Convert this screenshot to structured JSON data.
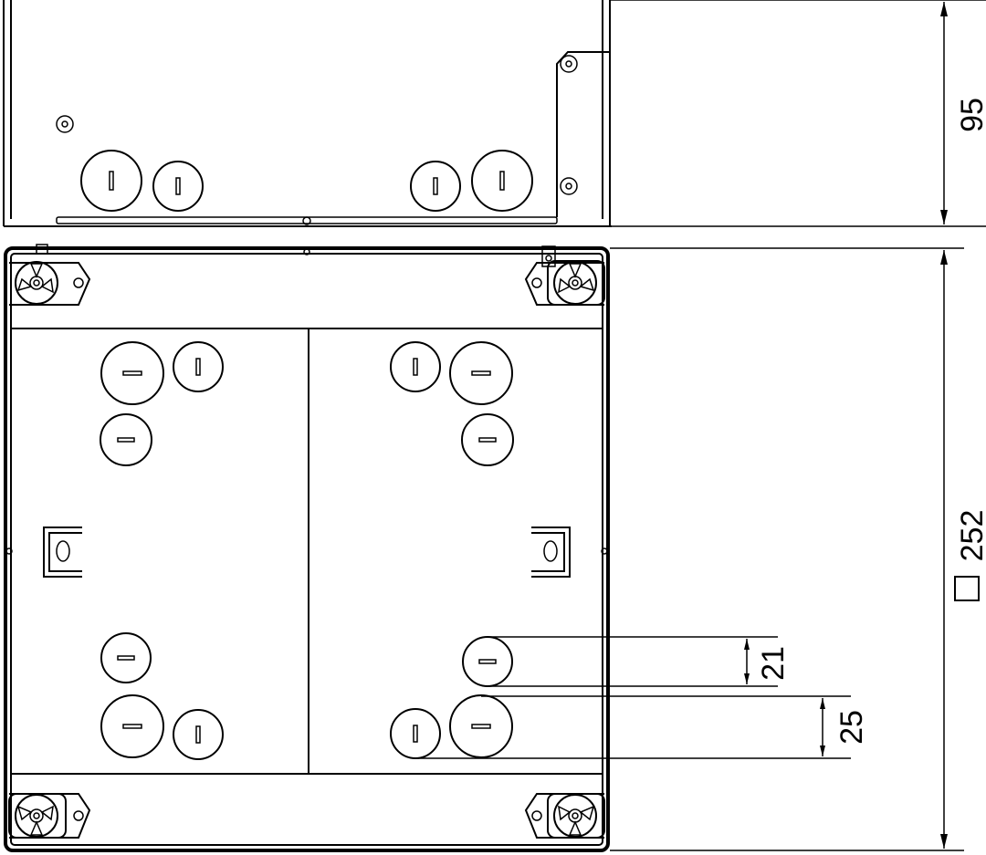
{
  "drawing": {
    "dimensions": {
      "height": "95",
      "square": "252",
      "spacing_small": "21",
      "spacing_large": "25"
    },
    "square_symbol": "square-symbol"
  }
}
